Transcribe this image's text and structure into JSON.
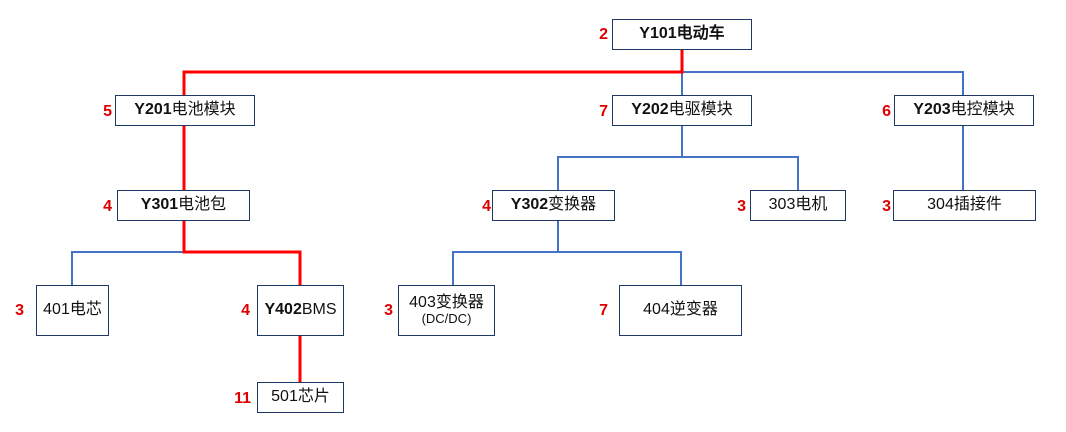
{
  "nodes": {
    "y101": {
      "code": "Y101",
      "name": "电动车",
      "score": "2"
    },
    "y201": {
      "code": "Y201",
      "name": "电池模块",
      "score": "5"
    },
    "y202": {
      "code": "Y202",
      "name": "电驱模块",
      "score": "7"
    },
    "y203": {
      "code": "Y203",
      "name": "电控模块",
      "score": "6"
    },
    "y301": {
      "code": "Y301",
      "name": "电池包",
      "score": "4"
    },
    "y302": {
      "code": "Y302",
      "name": "变换器",
      "score": "4"
    },
    "n303": {
      "code": "",
      "name": "303电机",
      "score": "3"
    },
    "n304": {
      "code": "",
      "name": "304插接件",
      "score": "3"
    },
    "n401": {
      "code": "",
      "name": "401电芯",
      "score": "3"
    },
    "y402": {
      "code": "Y402",
      "name": "BMS",
      "score": "4"
    },
    "n403": {
      "code": "",
      "name": "403变换器",
      "sub": "(DC/DC)",
      "score": "3"
    },
    "n404": {
      "code": "",
      "name": "404逆变器",
      "score": "7"
    },
    "n501": {
      "code": "",
      "name": "501芯片",
      "score": "11"
    }
  },
  "colors": {
    "line": "#4472c4",
    "critical_path": "#ff0000",
    "score": "#e00000",
    "box_border": "#1f3864"
  }
}
